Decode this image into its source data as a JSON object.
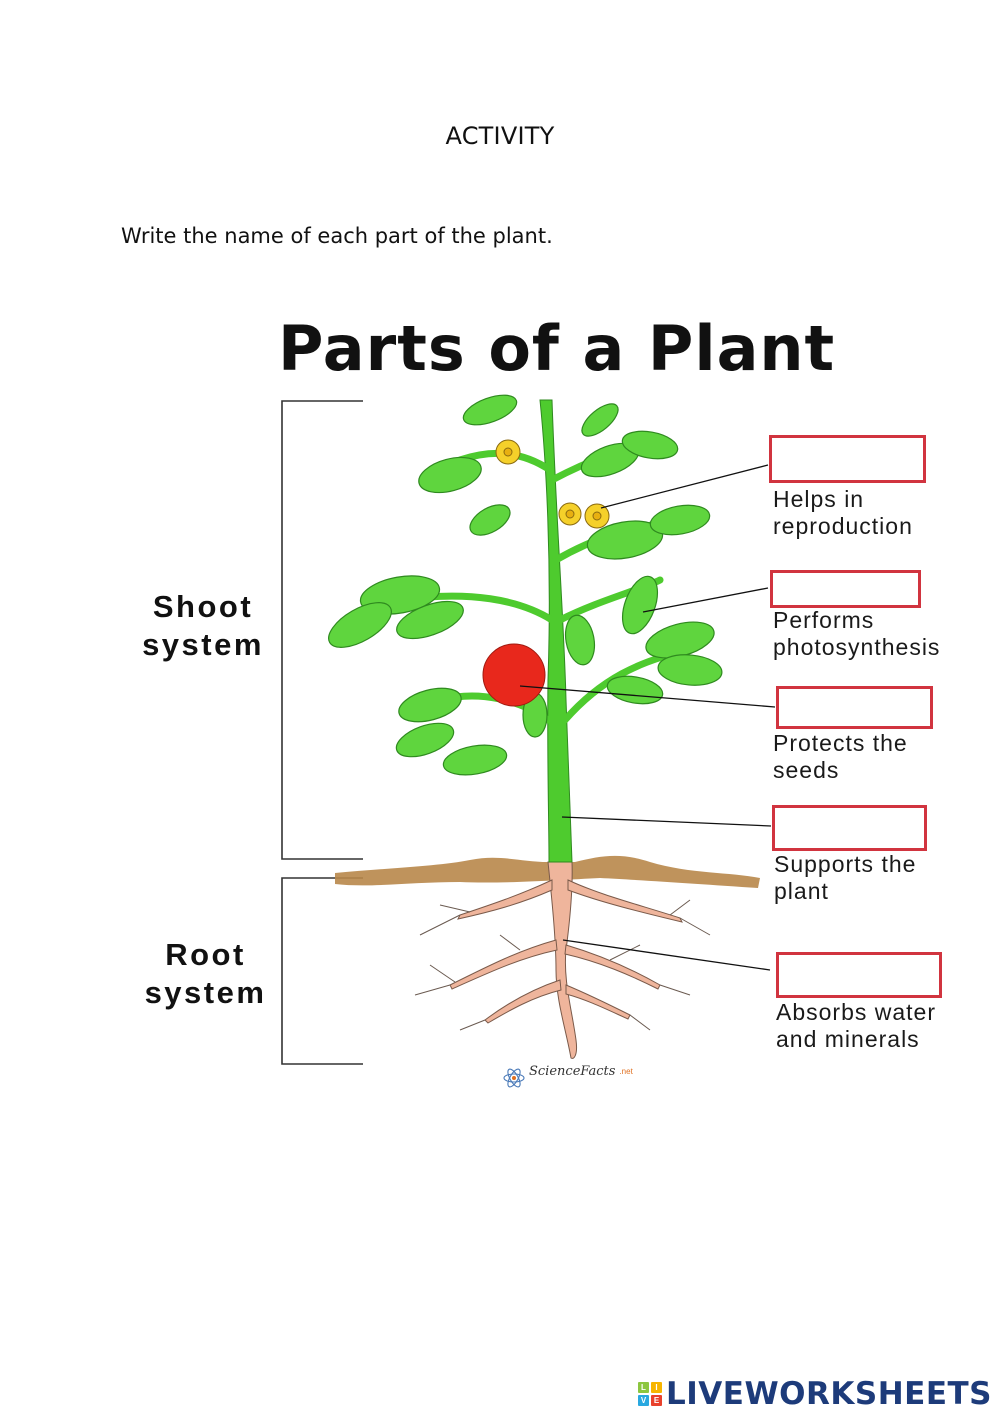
{
  "page": {
    "title": "ACTIVITY",
    "instruction": "Write the name of each part of the plant."
  },
  "diagram": {
    "title": "Parts of a Plant",
    "shoot_label": "Shoot system",
    "root_label": "Root system",
    "credit": "ScienceFacts",
    "credit_tld": ".net",
    "parts": [
      {
        "id": "flower",
        "description": "Helps in reproduction",
        "answer": ""
      },
      {
        "id": "leaf",
        "description": "Performs photosynthesis",
        "answer": ""
      },
      {
        "id": "fruit",
        "description": "Protects the seeds",
        "answer": ""
      },
      {
        "id": "stem",
        "description": "Supports the plant",
        "answer": ""
      },
      {
        "id": "root",
        "description": "Absorbs water and minerals",
        "answer": ""
      }
    ],
    "colors": {
      "box_border": "#d1343f",
      "leaf": "#5fd53e",
      "stem": "#4ecb2e",
      "flower": "#f5d02a",
      "fruit": "#e8281c",
      "root": "#efb59c",
      "soil": "#b8874a"
    }
  },
  "footer": {
    "brand": "LIVEWORKSHEETS",
    "logo_letters": [
      "L",
      "I",
      "V",
      "E"
    ]
  }
}
